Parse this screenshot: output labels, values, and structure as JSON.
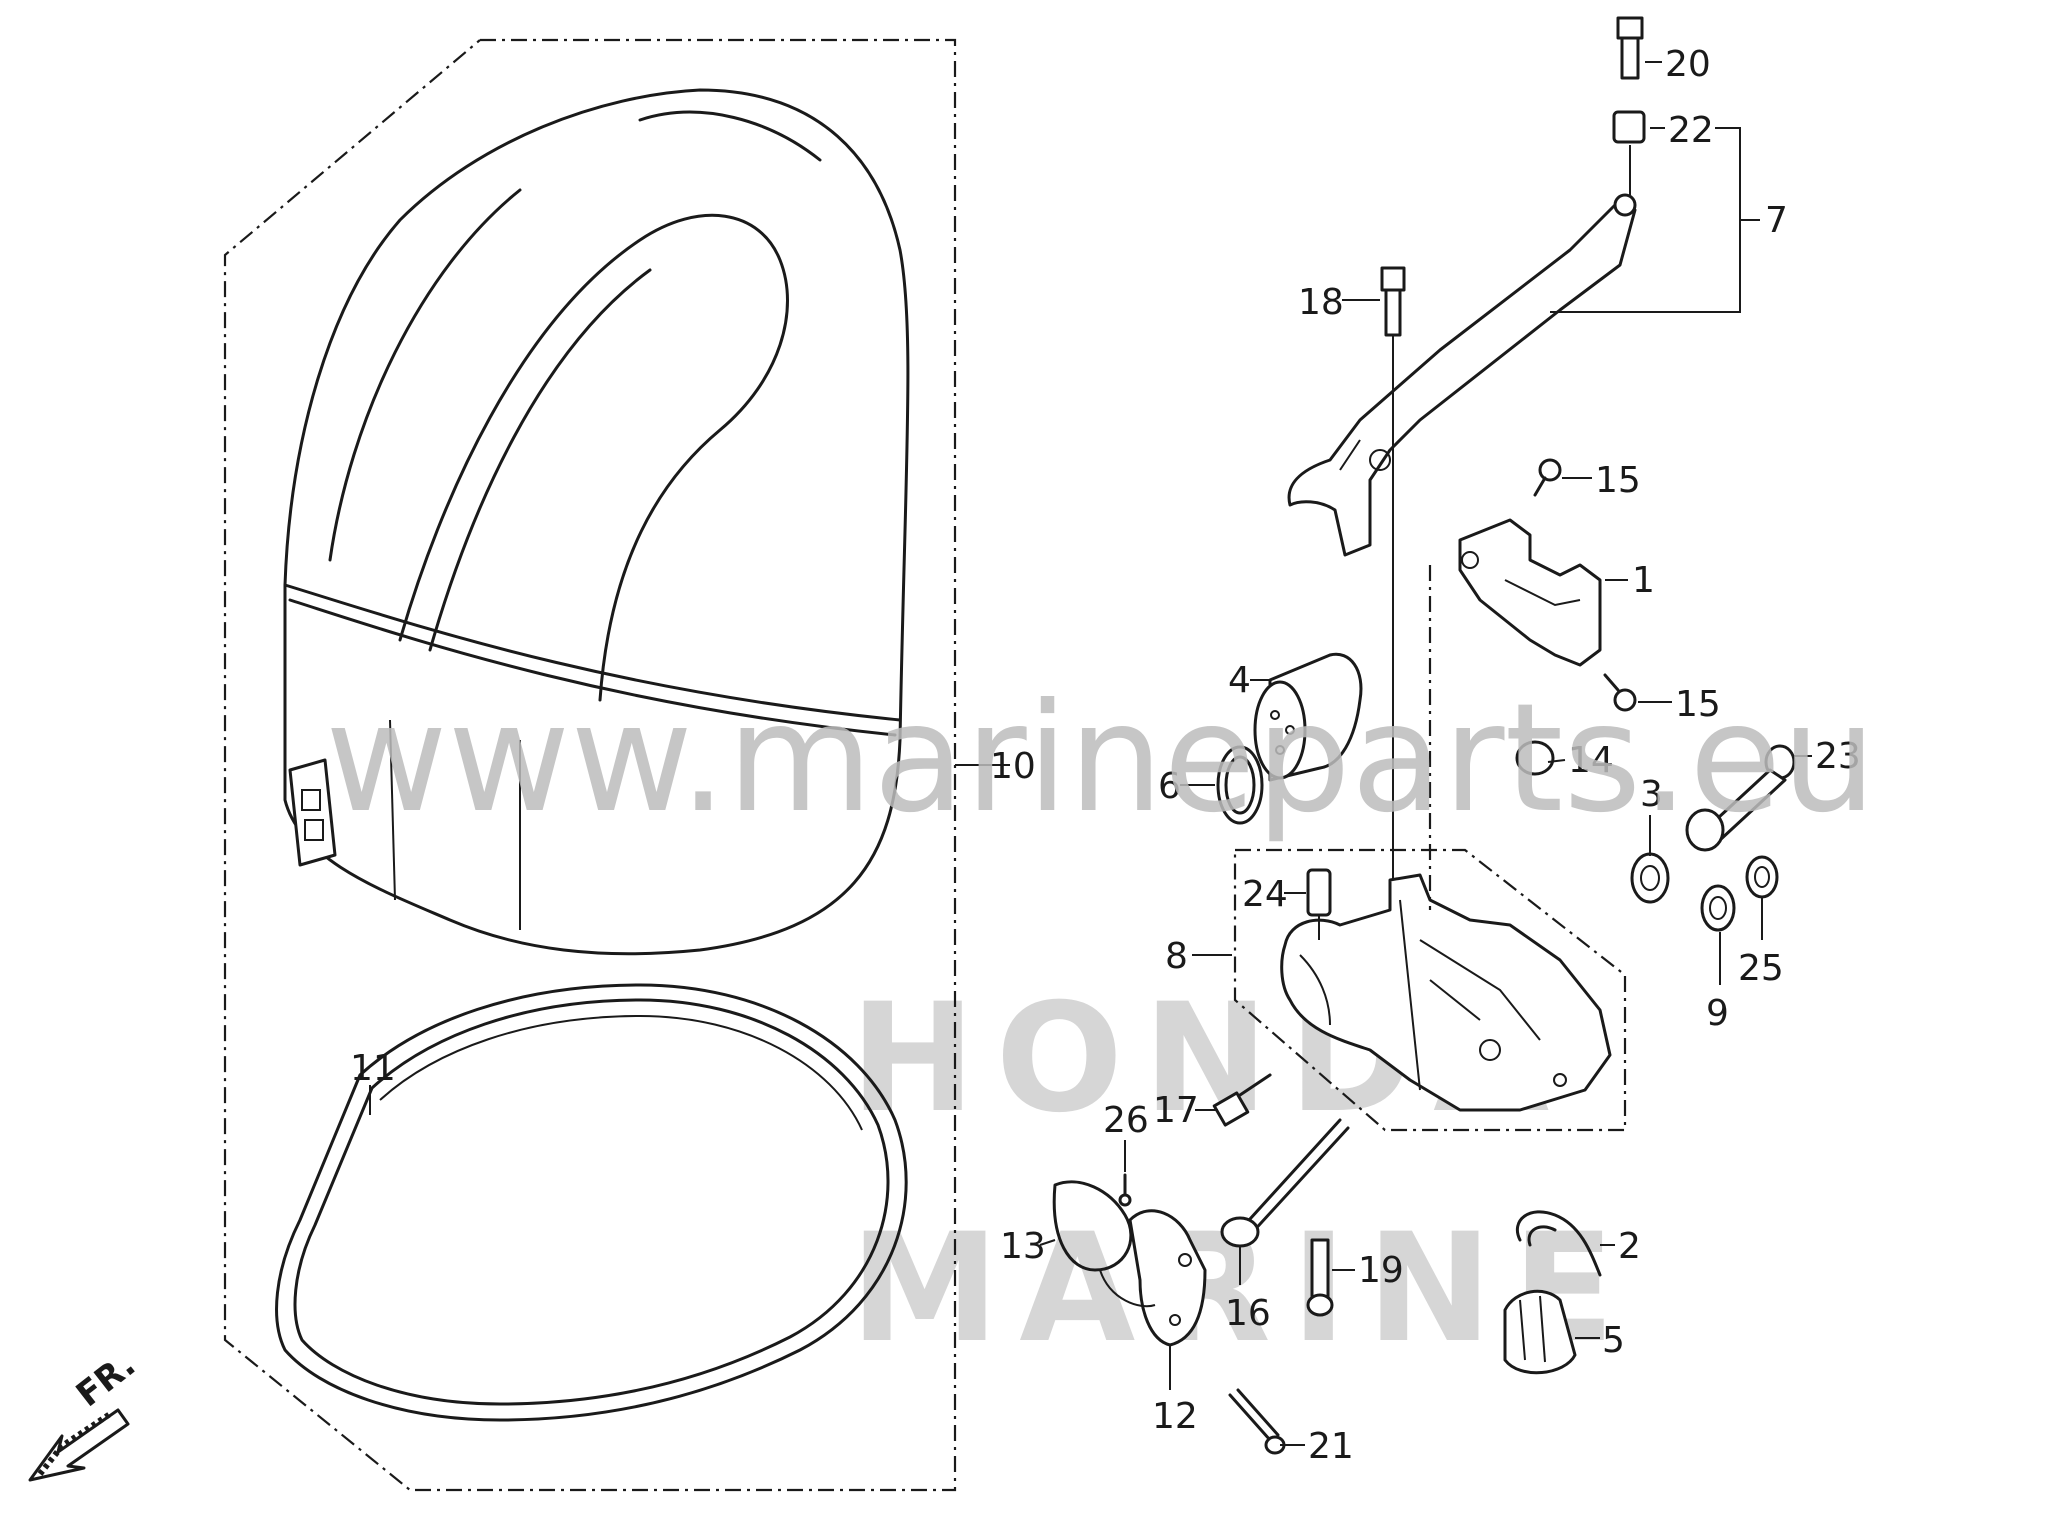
{
  "watermark": {
    "site": "www.marineparts.eu"
  },
  "brand_watermark": {
    "line1": "HONDA",
    "line2": "MARINE"
  },
  "direction_marker": {
    "label": "FR."
  },
  "callouts": {
    "c1": "1",
    "c2": "2",
    "c3": "3",
    "c4": "4",
    "c5": "5",
    "c6": "6",
    "c7": "7",
    "c8": "8",
    "c9": "9",
    "c10": "10",
    "c11": "11",
    "c12": "12",
    "c13": "13",
    "c14": "14",
    "c15a": "15",
    "c15b": "15",
    "c16": "16",
    "c17": "17",
    "c18": "18",
    "c19": "19",
    "c20": "20",
    "c21": "21",
    "c22": "22",
    "c23": "23",
    "c24": "24",
    "c25": "25",
    "c26": "26"
  }
}
